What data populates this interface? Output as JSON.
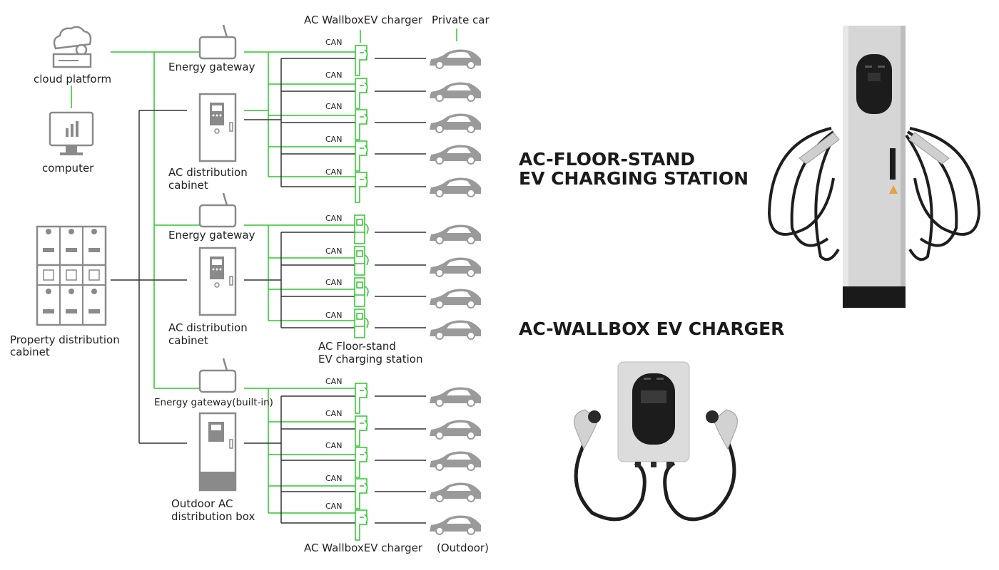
{
  "labels": {
    "cloud_platform": "cloud platform",
    "computer": "computer",
    "property_cabinet_l1": "Property distribution",
    "property_cabinet_l2": "cabinet",
    "gateway_1": "Energy gateway",
    "gateway_2": "Energy gateway",
    "gateway_3": "Energy gateway(built-in)",
    "ac_cabinet_1_l1": "AC distribution",
    "ac_cabinet_1_l2": "cabinet",
    "ac_cabinet_2_l1": "AC distribution",
    "ac_cabinet_2_l2": "cabinet",
    "outdoor_box_l1": "Outdoor AC",
    "outdoor_box_l2": "distribution box",
    "wallbox_top": "AC WallboxEV charger",
    "private_car": "Private car",
    "floor_stand_l1": "AC Floor-stand",
    "floor_stand_l2": "EV charging station",
    "wallbox_bottom": "AC WallboxEV charger",
    "outdoor": "(Outdoor)",
    "can": "CAN"
  },
  "headings": {
    "floor_stand_l1": "AC-FLOOR-STAND",
    "floor_stand_l2": "EV CHARGING STATION",
    "wallbox": "AC-WALLBOX EV CHARGER"
  },
  "colors": {
    "green_line": "#2ec52e",
    "black_line": "#333333",
    "icon_gray": "#8a8a8a"
  },
  "icons": [
    "cloud-server-icon",
    "computer-icon",
    "property-cabinet-icon",
    "energy-gateway-icon",
    "ac-cabinet-icon",
    "outdoor-box-icon",
    "wallbox-charger-icon",
    "floor-stand-charger-icon",
    "car-icon"
  ]
}
